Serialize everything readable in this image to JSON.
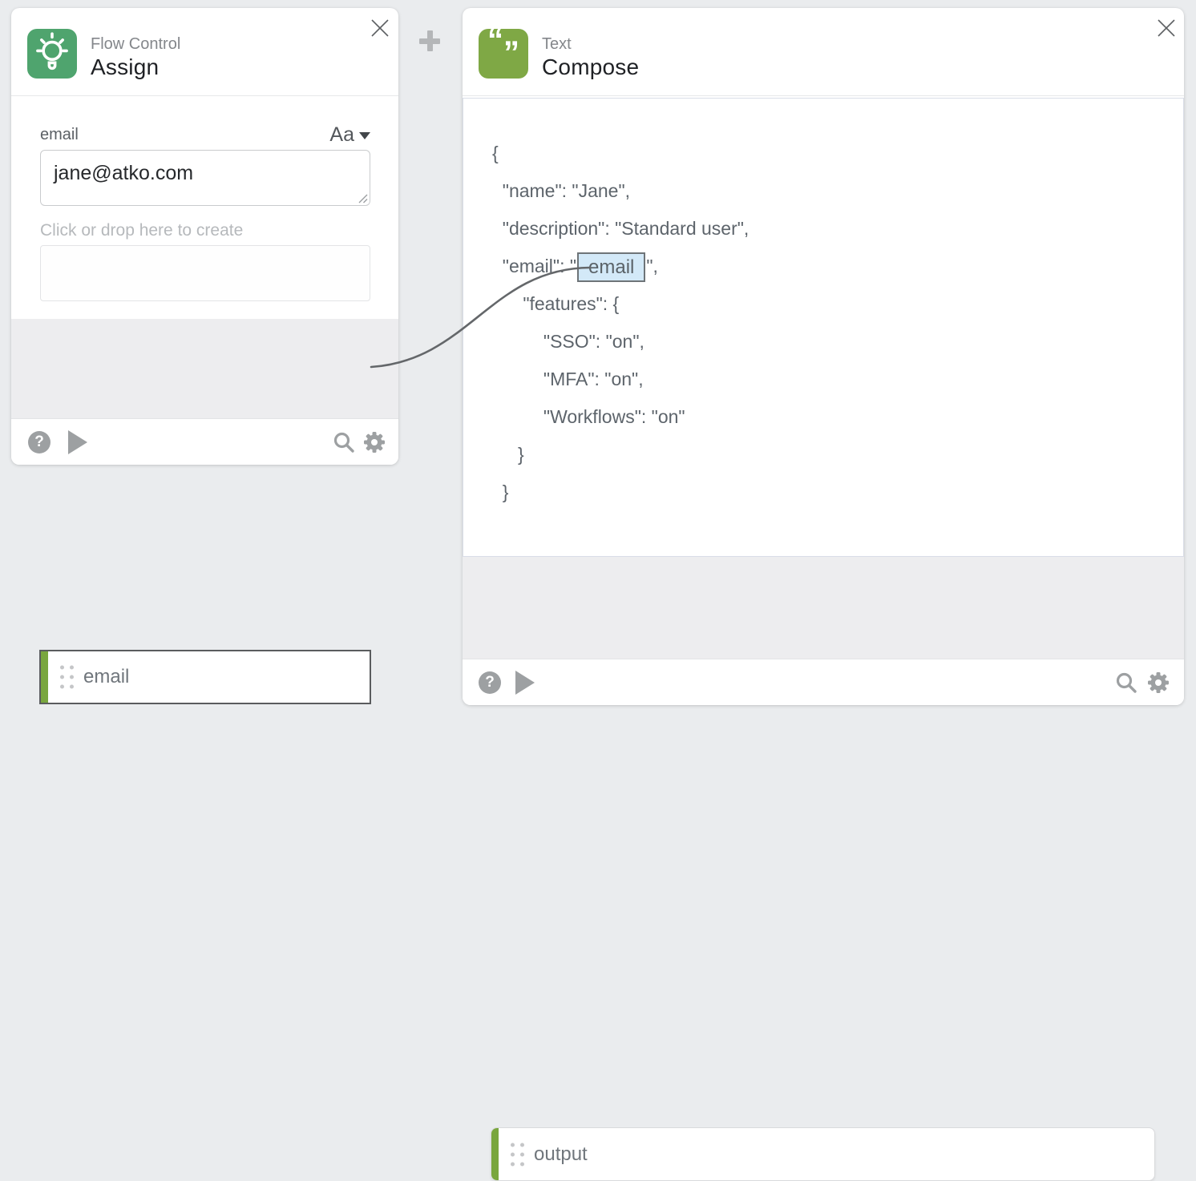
{
  "canvas": {
    "background": "#eaecee",
    "connector_color": "#64676a"
  },
  "icons": {
    "assign": "lightbulb-icon",
    "compose": "quote-icon",
    "footer": [
      "help-icon",
      "run-icon",
      "search-icon",
      "settings-icon"
    ],
    "header": [
      "close-icon"
    ],
    "between_cards": "add-step-icon"
  },
  "assign_card": {
    "category": "Flow Control",
    "title": "Assign",
    "icon_color": "#4fa46e",
    "field": {
      "label": "email",
      "value": "jane@atko.com",
      "format_control": "Aa",
      "drop_hint": "Click or drop here to create"
    },
    "output_pill": {
      "label": "email",
      "accent_color": "#79a63e"
    }
  },
  "compose_card": {
    "category": "Text",
    "title": "Compose",
    "icon_color": "#7fa845",
    "editor": {
      "lines_before": [
        "{",
        "  \"name\": \"Jane\",",
        "  \"description\": \"Standard user\","
      ],
      "email_line": {
        "prefix": "  \"email\": \"",
        "token": "email",
        "suffix": "\","
      },
      "lines_after": [
        "      \"features\": {",
        "          \"SSO\": \"on\",",
        "          \"MFA\": \"on\",",
        "          \"Workflows\": \"on\"",
        "     }",
        "  }"
      ],
      "token_bg": "#d3e9f8"
    },
    "output_pill": {
      "label": "output",
      "accent_color": "#79a63e"
    }
  }
}
